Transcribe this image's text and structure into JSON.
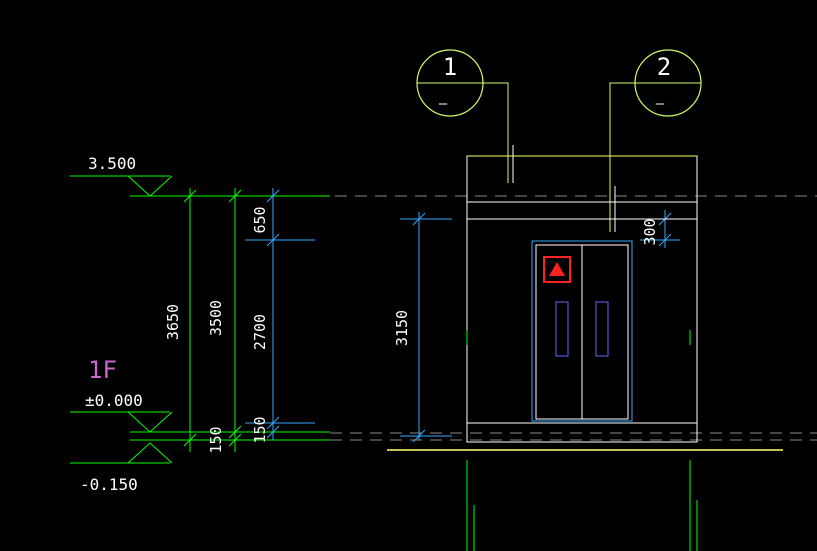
{
  "levels": {
    "top": "3.500",
    "floor_name": "1F",
    "floor": "±0.000",
    "bottom": "-0.150"
  },
  "dims": {
    "total": "3650",
    "height": "3500",
    "upper": "650",
    "middle": "2700",
    "lower": "150",
    "base": "150",
    "door_height": "3150",
    "beam": "300"
  },
  "grid_axes": [
    {
      "number": "1",
      "sub": "–"
    },
    {
      "number": "2",
      "sub": "–"
    }
  ],
  "colors": {
    "background": "#000000",
    "green": "#00ff00",
    "yellow": "#ffff66",
    "cyan": "#33aaff",
    "white": "#ffffff",
    "magenta": "#cc66cc",
    "red": "#ff2222",
    "dash": "#888888"
  }
}
